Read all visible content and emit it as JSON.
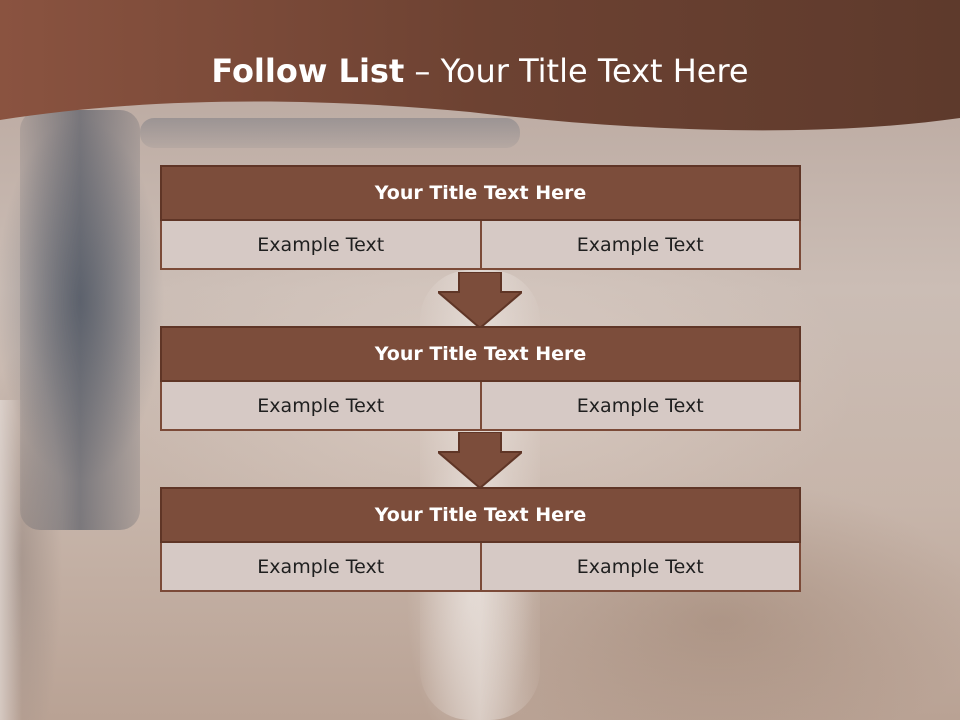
{
  "slide": {
    "title_bold": "Follow List",
    "title_rest": " – Your Title Text Here"
  },
  "blocks": [
    {
      "title": "Your Title Text Here",
      "left_text": "Example Text",
      "right_text": "Example Text"
    },
    {
      "title": "Your Title Text Here",
      "left_text": "Example Text",
      "right_text": "Example Text"
    },
    {
      "title": "Your Title Text Here",
      "left_text": "Example Text",
      "right_text": "Example Text"
    }
  ],
  "colors": {
    "header_brown": "#6b3f2f",
    "block_title": "#7c4d3b",
    "block_cell": "#d6c9c5",
    "arrow": "#7c4d3b"
  }
}
